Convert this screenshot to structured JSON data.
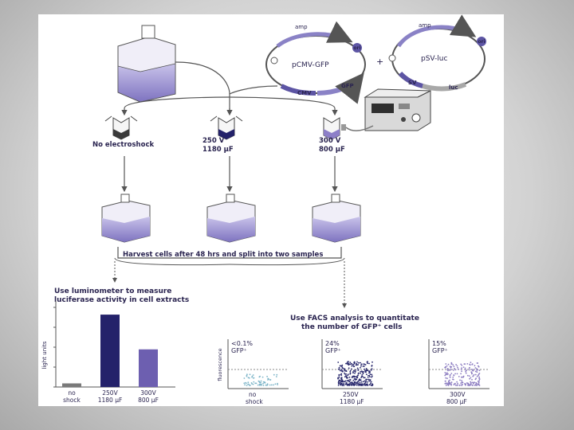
{
  "plasmids": {
    "left": {
      "name": "pCMV-GFP",
      "top": "amp",
      "side": "ori",
      "bottom_left": "CMV",
      "bottom_right": "GFP"
    },
    "plus": "+",
    "right": {
      "name": "pSV-luc",
      "top": "amp",
      "side": "ori",
      "bottom_left": "SV",
      "bottom_right": "luc"
    }
  },
  "conditions": [
    {
      "line1": "No electroshock",
      "line2": ""
    },
    {
      "line1": "250 V",
      "line2": "1180 µF"
    },
    {
      "line1": "300 V",
      "line2": "800 µF"
    }
  ],
  "harvest_text": "Harvest cells after 48 hrs and split into two samples",
  "luminometer": {
    "title_line1": "Use luminometer to measure",
    "title_line2": "luciferase activity in cell extracts",
    "ylabel": "light units"
  },
  "facs": {
    "title_line1": "Use FACS analysis to quantitate",
    "title_line2": "the number of GFP⁺ cells",
    "ylabel": "fluorescence",
    "panels": [
      {
        "pct": "<0.1%",
        "gfp": "GFP⁺",
        "x1": "no",
        "x2": "shock",
        "color": "#7fb6c9"
      },
      {
        "pct": "24%",
        "gfp": "GFP⁺",
        "x1": "250V",
        "x2": "1180 µF",
        "color": "#2a2a6e"
      },
      {
        "pct": "15%",
        "gfp": "GFP⁺",
        "x1": "300V",
        "x2": "800 µF",
        "color": "#8e7fc2"
      }
    ]
  },
  "chart_data": {
    "type": "bar",
    "categories": [
      "no shock",
      "250V 1180 µF",
      "300V 800 µF"
    ],
    "category_lines": [
      [
        "no",
        "shock"
      ],
      [
        "250V",
        "1180 µF"
      ],
      [
        "300V",
        "800 µF"
      ]
    ],
    "values": [
      5,
      100,
      52
    ],
    "colors": [
      "#7a7a7a",
      "#24226a",
      "#6d5fb0"
    ],
    "ylabel": "light units",
    "ylim": [
      0,
      110
    ]
  }
}
